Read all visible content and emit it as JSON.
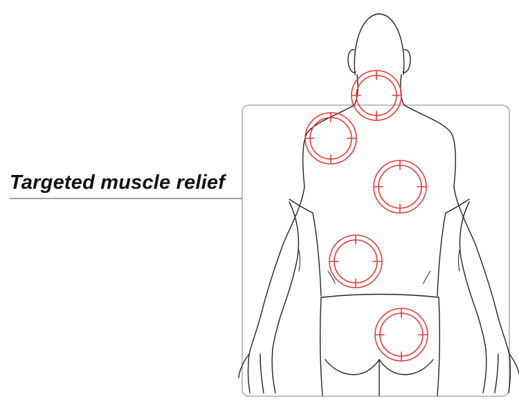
{
  "title": "Targeted muscle relief",
  "colors": {
    "accent": "#e53935",
    "outline": "#222222",
    "frame": "#9a9a9a"
  },
  "targets": [
    {
      "name": "neck"
    },
    {
      "name": "upper-left-shoulder"
    },
    {
      "name": "right-upper-back"
    },
    {
      "name": "mid-back"
    },
    {
      "name": "lower-back"
    }
  ]
}
